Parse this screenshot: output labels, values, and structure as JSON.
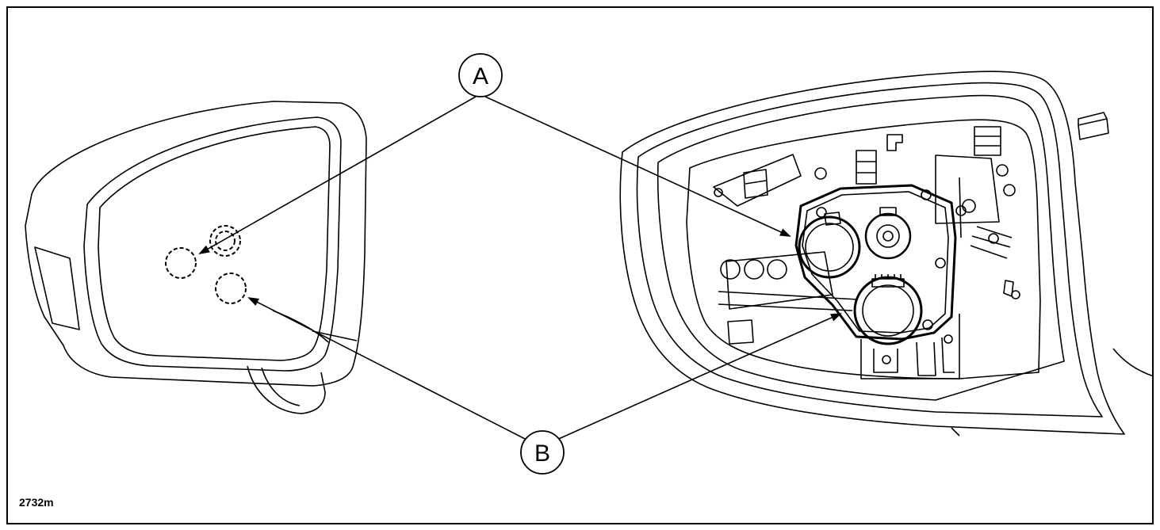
{
  "callouts": {
    "a": "A",
    "b": "B"
  },
  "figure_id": "2732m",
  "colors": {
    "stroke": "#000000",
    "background": "#ffffff"
  }
}
